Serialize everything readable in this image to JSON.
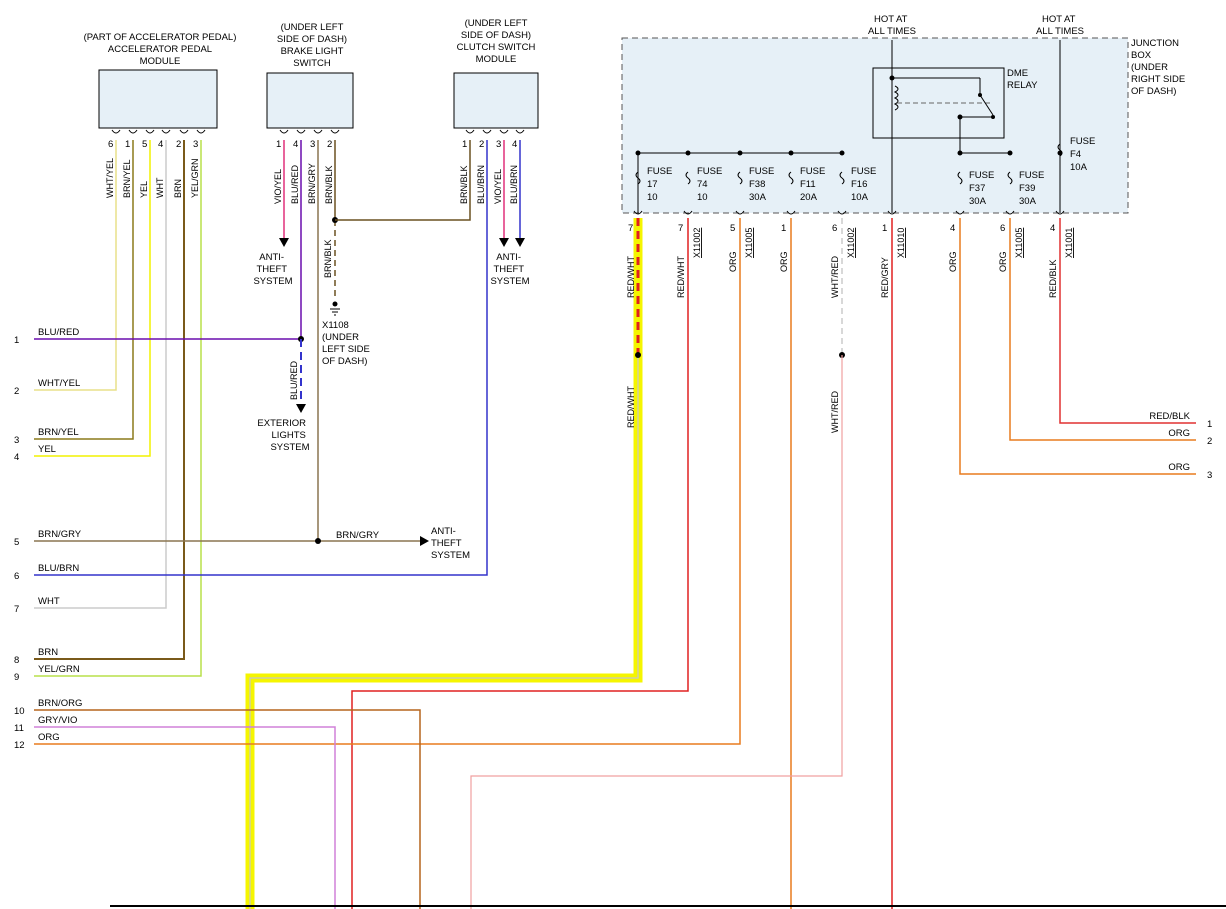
{
  "modules": {
    "accel": {
      "lines": [
        "(PART OF ACCELERATOR PEDAL)",
        "ACCELERATOR PEDAL",
        "MODULE"
      ],
      "pins": [
        "6",
        "1",
        "5",
        "4",
        "2",
        "3"
      ],
      "wires": [
        "WHT/YEL",
        "BRN/YEL",
        "YEL",
        "WHT",
        "BRN",
        "YEL/GRN"
      ]
    },
    "brake": {
      "lines": [
        "(UNDER LEFT",
        "SIDE OF DASH)",
        "BRAKE LIGHT",
        "SWITCH"
      ],
      "pins": [
        "1",
        "4",
        "3",
        "2"
      ],
      "wires": [
        "VIO/YEL",
        "BLU/RED",
        "BRN/GRY",
        "BRN/BLK"
      ]
    },
    "clutch": {
      "lines": [
        "(UNDER LEFT",
        "SIDE OF DASH)",
        "CLUTCH SWITCH",
        "MODULE"
      ],
      "pins": [
        "1",
        "2",
        "3",
        "4"
      ],
      "wires": [
        "BRN/BLK",
        "BLU/BRN",
        "VIO/YEL",
        "BLU/BRN"
      ]
    }
  },
  "junction_box": {
    "lines": [
      "JUNCTION",
      "BOX",
      "(UNDER",
      "RIGHT SIDE",
      "OF DASH)"
    ]
  },
  "hot_labels": [
    [
      "HOT AT",
      "ALL TIMES"
    ],
    [
      "HOT AT",
      "ALL TIMES"
    ]
  ],
  "relay": {
    "lines": [
      "DME",
      "RELAY"
    ]
  },
  "fuses": [
    {
      "lines": [
        "FUSE",
        "17",
        "10"
      ]
    },
    {
      "lines": [
        "FUSE",
        "74",
        "10"
      ]
    },
    {
      "lines": [
        "FUSE",
        "F38",
        "30A"
      ]
    },
    {
      "lines": [
        "FUSE",
        "F11",
        "20A"
      ]
    },
    {
      "lines": [
        "FUSE",
        "F16",
        "10A"
      ]
    },
    {
      "lines": [
        "FUSE",
        "F37",
        "30A"
      ]
    },
    {
      "lines": [
        "FUSE",
        "F39",
        "30A"
      ]
    },
    {
      "lines": [
        "FUSE",
        "F4",
        "10A"
      ]
    }
  ],
  "jb_pins": [
    {
      "pin": "7",
      "conn": "",
      "wire": "RED/WHT"
    },
    {
      "pin": "7",
      "conn": "X11002",
      "wire": "RED/WHT"
    },
    {
      "pin": "5",
      "conn": "X11005",
      "wire": "ORG"
    },
    {
      "pin": "1",
      "conn": "",
      "wire": "ORG"
    },
    {
      "pin": "6",
      "conn": "X11002",
      "wire": "WHT/RED"
    },
    {
      "pin": "1",
      "conn": "X11010",
      "wire": "RED/GRY"
    },
    {
      "pin": "4",
      "conn": "",
      "wire": "ORG"
    },
    {
      "pin": "6",
      "conn": "X11005",
      "wire": "ORG"
    },
    {
      "pin": "4",
      "conn": "X11001",
      "wire": "RED/BLK"
    }
  ],
  "lower_wires": {
    "red_wht": "RED/WHT",
    "wht_red": "WHT/RED"
  },
  "anti_theft": [
    "ANTI-",
    "THEFT",
    "SYSTEM"
  ],
  "anti_theft_right": [
    "ANTI-",
    "THEFT",
    "SYSTEM"
  ],
  "anti_theft_bottom": [
    "ANTI-",
    "THEFT",
    "SYSTEM"
  ],
  "exterior": [
    "EXTERIOR",
    "LIGHTS",
    "SYSTEM"
  ],
  "ground": {
    "lines": [
      "X1108",
      "(UNDER",
      "LEFT SIDE",
      "OF DASH)"
    ]
  },
  "mid_label": "BRN/GRY",
  "left_connector": [
    {
      "num": "1",
      "label": "BLU/RED",
      "color": "#6a0dad"
    },
    {
      "num": "2",
      "label": "WHT/YEL",
      "color": "#e8e08a"
    },
    {
      "num": "3",
      "label": "BRN/YEL",
      "color": "#8b7a1a"
    },
    {
      "num": "4",
      "label": "YEL",
      "color": "#f2f200"
    },
    {
      "num": "5",
      "label": "BRN/GRY",
      "color": "#8a7550"
    },
    {
      "num": "6",
      "label": "BLU/BRN",
      "color": "#3333cc"
    },
    {
      "num": "7",
      "label": "WHT",
      "color": "#cccccc"
    },
    {
      "num": "8",
      "label": "BRN",
      "color": "#7a5a1a"
    },
    {
      "num": "9",
      "label": "YEL/GRN",
      "color": "#b8e04a"
    },
    {
      "num": "10",
      "label": "BRN/ORG",
      "color": "#b5651d"
    },
    {
      "num": "11",
      "label": "GRY/VIO",
      "color": "#d080d8"
    },
    {
      "num": "12",
      "label": "ORG",
      "color": "#e87c1e"
    }
  ],
  "right_connector": [
    {
      "num": "1",
      "label": "RED/BLK",
      "color": "#e03030"
    },
    {
      "num": "2",
      "label": "ORG",
      "color": "#e87c1e"
    },
    {
      "num": "3",
      "label": "ORG",
      "color": "#e87c1e"
    }
  ],
  "colors": {
    "highlight": "#f5f500",
    "jb_fill": "#e6f0f7",
    "red": "#e02020",
    "orange": "#e87c1e"
  }
}
